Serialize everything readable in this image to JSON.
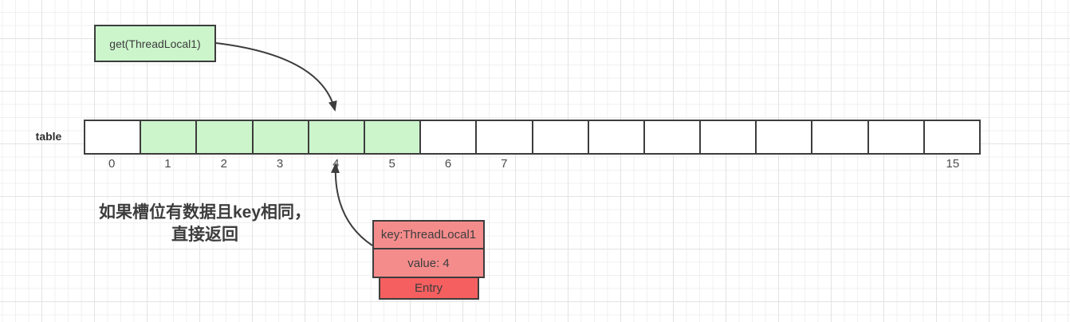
{
  "colors": {
    "stroke": "#3d3d3d",
    "green": "#ccf5cb",
    "salmon": "#f58c8c",
    "red": "#f55f5f",
    "text": "#3d3d3d"
  },
  "get_box": {
    "label": "get(ThreadLocal1)"
  },
  "table": {
    "label": "table",
    "slots": [
      {
        "index": 0,
        "label": "0",
        "highlighted": false
      },
      {
        "index": 1,
        "label": "1",
        "highlighted": true
      },
      {
        "index": 2,
        "label": "2",
        "highlighted": true
      },
      {
        "index": 3,
        "label": "3",
        "highlighted": true
      },
      {
        "index": 4,
        "label": "4",
        "highlighted": true
      },
      {
        "index": 5,
        "label": "5",
        "highlighted": true
      },
      {
        "index": 6,
        "label": "6",
        "highlighted": false
      },
      {
        "index": 7,
        "label": "7",
        "highlighted": false
      },
      {
        "index": 8,
        "label": "",
        "highlighted": false
      },
      {
        "index": 9,
        "label": "",
        "highlighted": false
      },
      {
        "index": 10,
        "label": "",
        "highlighted": false
      },
      {
        "index": 11,
        "label": "",
        "highlighted": false
      },
      {
        "index": 12,
        "label": "",
        "highlighted": false
      },
      {
        "index": 13,
        "label": "",
        "highlighted": false
      },
      {
        "index": 14,
        "label": "",
        "highlighted": false
      },
      {
        "index": 15,
        "label": "15",
        "highlighted": false
      }
    ]
  },
  "note": {
    "line1": "如果槽位有数据且key相同，",
    "line2": "直接返回"
  },
  "entry": {
    "key_label": "key:ThreadLocal1",
    "value_label": "value: 4",
    "type_label": "Entry"
  }
}
